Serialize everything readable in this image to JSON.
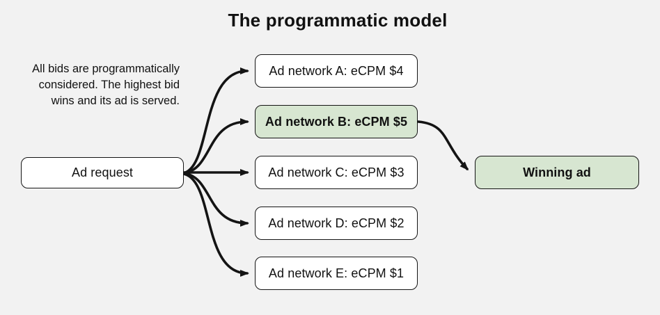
{
  "title": "The programmatic model",
  "description": {
    "lines": [
      "All bids are programmatically",
      "considered. The highest bid",
      "wins and its ad is served."
    ]
  },
  "nodes": {
    "ad_request": {
      "label": "Ad request"
    },
    "networks": [
      {
        "id": "A",
        "label": "Ad network A: eCPM $4",
        "ecpm": 4,
        "highlighted": false
      },
      {
        "id": "B",
        "label": "Ad network B: eCPM $5",
        "ecpm": 5,
        "highlighted": true
      },
      {
        "id": "C",
        "label": "Ad network C: eCPM $3",
        "ecpm": 3,
        "highlighted": false
      },
      {
        "id": "D",
        "label": "Ad network D: eCPM $2",
        "ecpm": 2,
        "highlighted": false
      },
      {
        "id": "E",
        "label": "Ad network E: eCPM $1",
        "ecpm": 1,
        "highlighted": false
      }
    ],
    "winning_ad": {
      "label": "Winning ad"
    }
  },
  "colors": {
    "background": "#f2f2f2",
    "box_fill": "#ffffff",
    "highlight_fill": "#d7e6d1",
    "stroke": "#141414",
    "text": "#111111"
  }
}
